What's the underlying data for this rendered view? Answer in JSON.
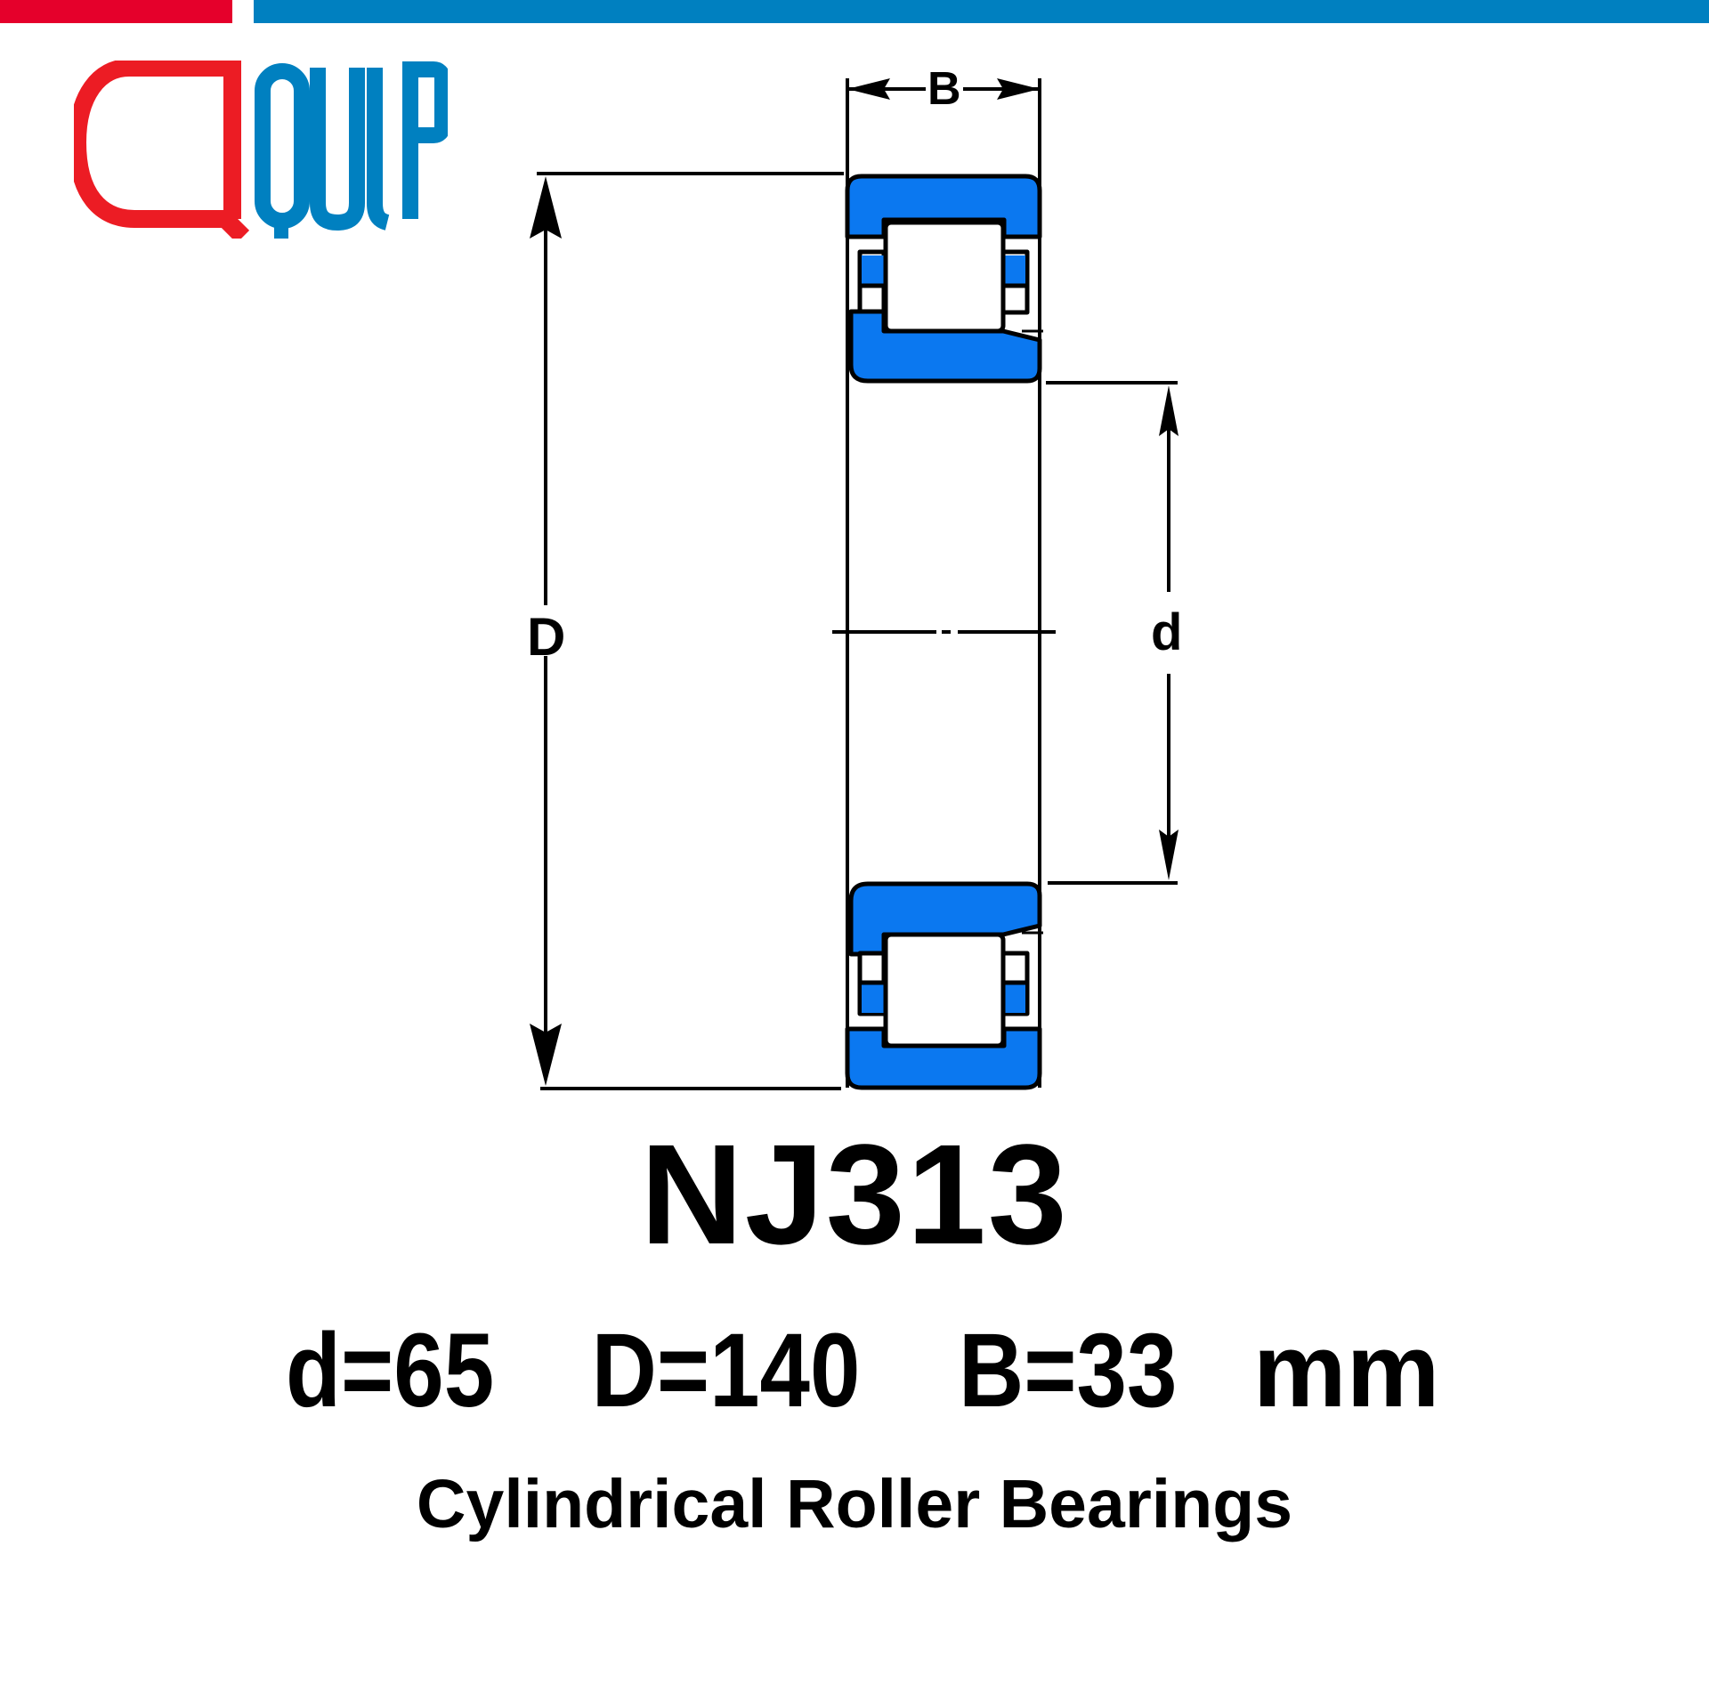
{
  "brand": {
    "name": "QUIP",
    "colors": {
      "red": "#e8102f",
      "blue": "#0080c0",
      "bearing_blue": "#0b78f0",
      "ink": "#000000"
    }
  },
  "diagram": {
    "labels": {
      "width": "B",
      "outer_diameter": "D",
      "bore": "d"
    }
  },
  "product": {
    "model": "NJ313",
    "dimensions": {
      "d": "d=65",
      "D": "D=140",
      "B": "B=33",
      "unit": "mm"
    },
    "category": "Cylindrical Roller Bearings"
  }
}
